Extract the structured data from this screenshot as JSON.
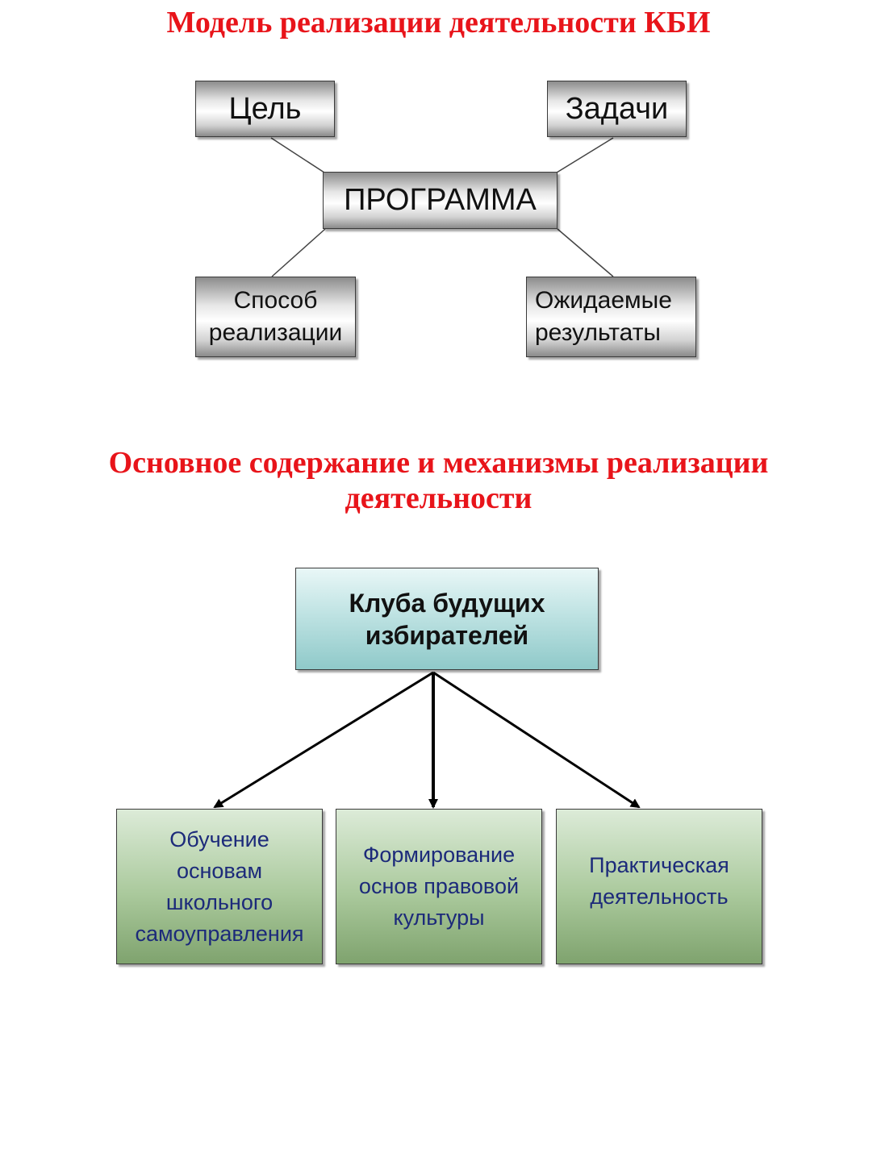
{
  "titles": {
    "model": "Модель реализации деятельности КБИ",
    "content_line1": "Основное содержание и механизмы реализации",
    "content_line2": "деятельности"
  },
  "model_diagram": {
    "goal": "Цель",
    "tasks": "Задачи",
    "program": "ПРОГРАММА",
    "method": [
      "Способ",
      "реализации"
    ],
    "results": [
      "Ожидаемые",
      "результаты"
    ]
  },
  "club_diagram": {
    "root": [
      "Клуба будущих",
      "избирателей"
    ],
    "training": [
      "Обучение",
      "основам",
      "школьного",
      "самоуправления"
    ],
    "culture": [
      "Формирование",
      "основ правовой",
      "культуры"
    ],
    "practice": [
      "Практическая",
      "деятельность"
    ]
  }
}
